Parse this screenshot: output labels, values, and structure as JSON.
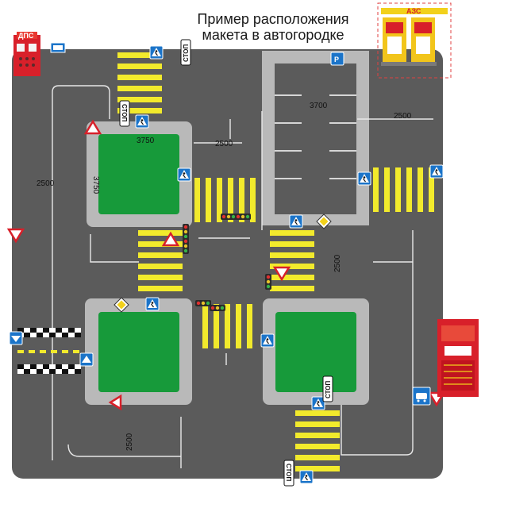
{
  "title": {
    "line1": "Пример расположения",
    "line2": "макета в автогородке"
  },
  "buildings": {
    "police_post_label": "ДПС",
    "gas_station_label": "АЗС"
  },
  "dimensions": [
    {
      "id": "block-width",
      "value": "3750"
    },
    {
      "id": "block-height",
      "value": "3750"
    },
    {
      "id": "parking-width",
      "value": "3700"
    },
    {
      "id": "right-road",
      "value": "2500"
    },
    {
      "id": "middle-road-horizontal",
      "value": "2500"
    },
    {
      "id": "left-road",
      "value": "2500"
    },
    {
      "id": "middle-road-vertical",
      "value": "2500"
    },
    {
      "id": "bottom-road",
      "value": "2500"
    }
  ],
  "signs": {
    "stop_label": "СТОП",
    "parking_label": "P",
    "bus_stop_icon": "bus-icon",
    "pedestrian_crossing_icon": "pedestrian-crossing-icon",
    "yield_icon": "yield-triangle-icon",
    "priority_road_icon": "priority-road-diamond-icon"
  },
  "colors": {
    "asphalt": "#5b5b5b",
    "sidewalk": "#b9b9b9",
    "grass": "#179a3a",
    "crosswalk_yellow": "#f2ea2c",
    "crosswalk_white": "#ffffff",
    "sign_blue": "#1b74c9",
    "building_red": "#d8202a",
    "highlight_dashed": "#e04040"
  }
}
